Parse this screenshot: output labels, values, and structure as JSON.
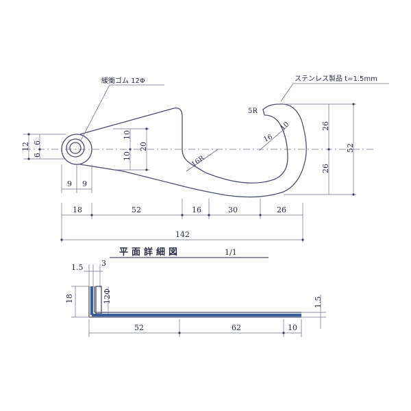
{
  "notes": {
    "rubber": "緩衝ゴム 12Φ",
    "stainless": "ステンレス製品 t=1.5mm"
  },
  "plan_view": {
    "dims": {
      "eye_height": "12",
      "eye_top": "6",
      "eye_bottom": "6",
      "mid_upper": "10",
      "mid_lower": "10",
      "mid_total": "20",
      "base_left": "9",
      "base_right": "9",
      "seg_18": "18",
      "seg_52": "52",
      "seg_16": "16",
      "seg_30": "30",
      "seg_26": "26",
      "overall": "142",
      "hook_upper": "26",
      "hook_lower": "26",
      "hook_total": "52",
      "radius_16": "16",
      "radius_10": "10",
      "radius_16r": "16R",
      "radius_5r": "5R"
    }
  },
  "title": {
    "text": "平面詳細図",
    "scale": "1/1"
  },
  "side_view": {
    "dims": {
      "thickness": "1.5",
      "width_3": "3",
      "height_18": "18",
      "rubber_dia": "12Φ",
      "right_thickness": "1.5",
      "seg_52": "52",
      "seg_62": "62",
      "seg_10": "10"
    }
  }
}
